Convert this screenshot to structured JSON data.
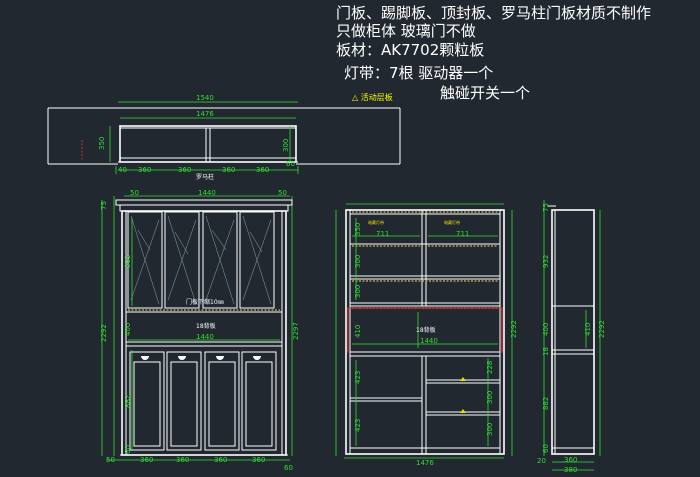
{
  "notes": {
    "line1": "门板、踢脚板、顶封板、罗马柱门板材质不制作",
    "line2": "只做柜体   玻璃门不做",
    "line3": "板材：AK7702颗粒板",
    "line4": "灯带：7根   驱动器一个",
    "line5": "触碰开关一个"
  },
  "labels": {
    "active_shelf": "△ 活动层板",
    "roman_column": "罗马柱",
    "door_hinge": "门板下缩10㎜",
    "back_panel": "18背板",
    "back_panel_b": "18背板",
    "light_a": "暗藏灯带",
    "light_b": "暗藏灯带"
  },
  "colors": {
    "background": "#212830",
    "cabinet_lines": "#ffffff",
    "dimension_lines": "#33dd33",
    "accent_red": "#ee3333",
    "accent_yellow": "#eedd00",
    "glass_lines": "#7a8a96",
    "light_strip": "#c8b45a"
  },
  "dimensions": {
    "top_total": "1540",
    "top_inner": "1476",
    "top_h": "350",
    "top_side": "300",
    "top_bottom_60": "60",
    "top_cols": [
      "40",
      "360",
      "360",
      "360",
      "360"
    ],
    "front_top_50a": "50",
    "front_width": "1440",
    "front_top_50b": "50",
    "front_total_h": "2292",
    "front_total_h2": "2297",
    "front_75": "75",
    "front_upper_h": "932",
    "front_400": "400",
    "front_1440_mid": "1440",
    "front_882": "882",
    "front_60": "60",
    "front_bottom": [
      "50",
      "360",
      "360",
      "360",
      "360"
    ],
    "front_bottom_60": "60",
    "mid_col_w1": "711",
    "mid_col_w2": "711",
    "mid_h1": "350",
    "mid_h2": "300",
    "mid_h3": "300",
    "mid_410": "410",
    "mid_1440": "1440",
    "mid_423a": "423",
    "mid_423b": "423",
    "mid_228": "228",
    "mid_300a": "300",
    "mid_300b": "300",
    "mid_total_w": "1476",
    "mid_total_h": "2292",
    "side_75": "75",
    "side_932": "932",
    "side_400": "400",
    "side_410": "410",
    "side_18": "18",
    "side_882": "882",
    "side_60": "60",
    "side_total": "2292",
    "side_20": "20",
    "side_360": "360",
    "side_380": "380"
  }
}
